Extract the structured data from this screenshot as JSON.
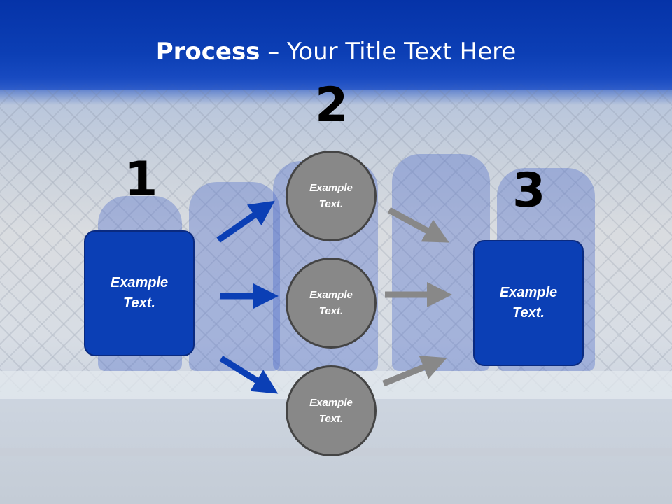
{
  "slide": {
    "title_bold": "Process",
    "title_rest": " – Your Title Text Here",
    "steps": [
      "1",
      "2",
      "3"
    ],
    "left_box": "Example\nText.",
    "right_box": "Example\nText.",
    "circles": [
      "Example\nText.",
      "Example\nText.",
      "Example\nText."
    ]
  },
  "colors": {
    "accent_blue": "#0b3fb5",
    "arrow_blue": "#0b3fb5",
    "arrow_gray": "#888888",
    "circle_fill": "#888888"
  }
}
